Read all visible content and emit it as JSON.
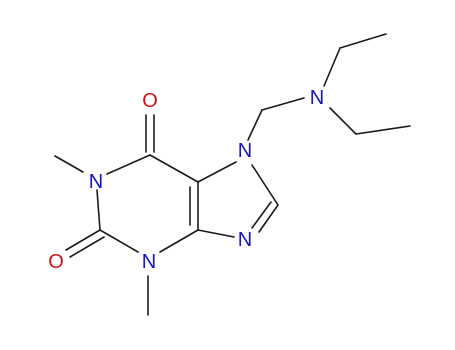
{
  "molecule": {
    "atoms": {
      "o6": "O",
      "o2": "O",
      "n1": "N",
      "n3": "N",
      "n7": "N",
      "n9": "N",
      "n_amine": "N"
    },
    "colors": {
      "bond": "#1a1a1a",
      "nitrogen": "#1414c8",
      "oxygen": "#d0101a",
      "background": "#ffffff"
    }
  }
}
